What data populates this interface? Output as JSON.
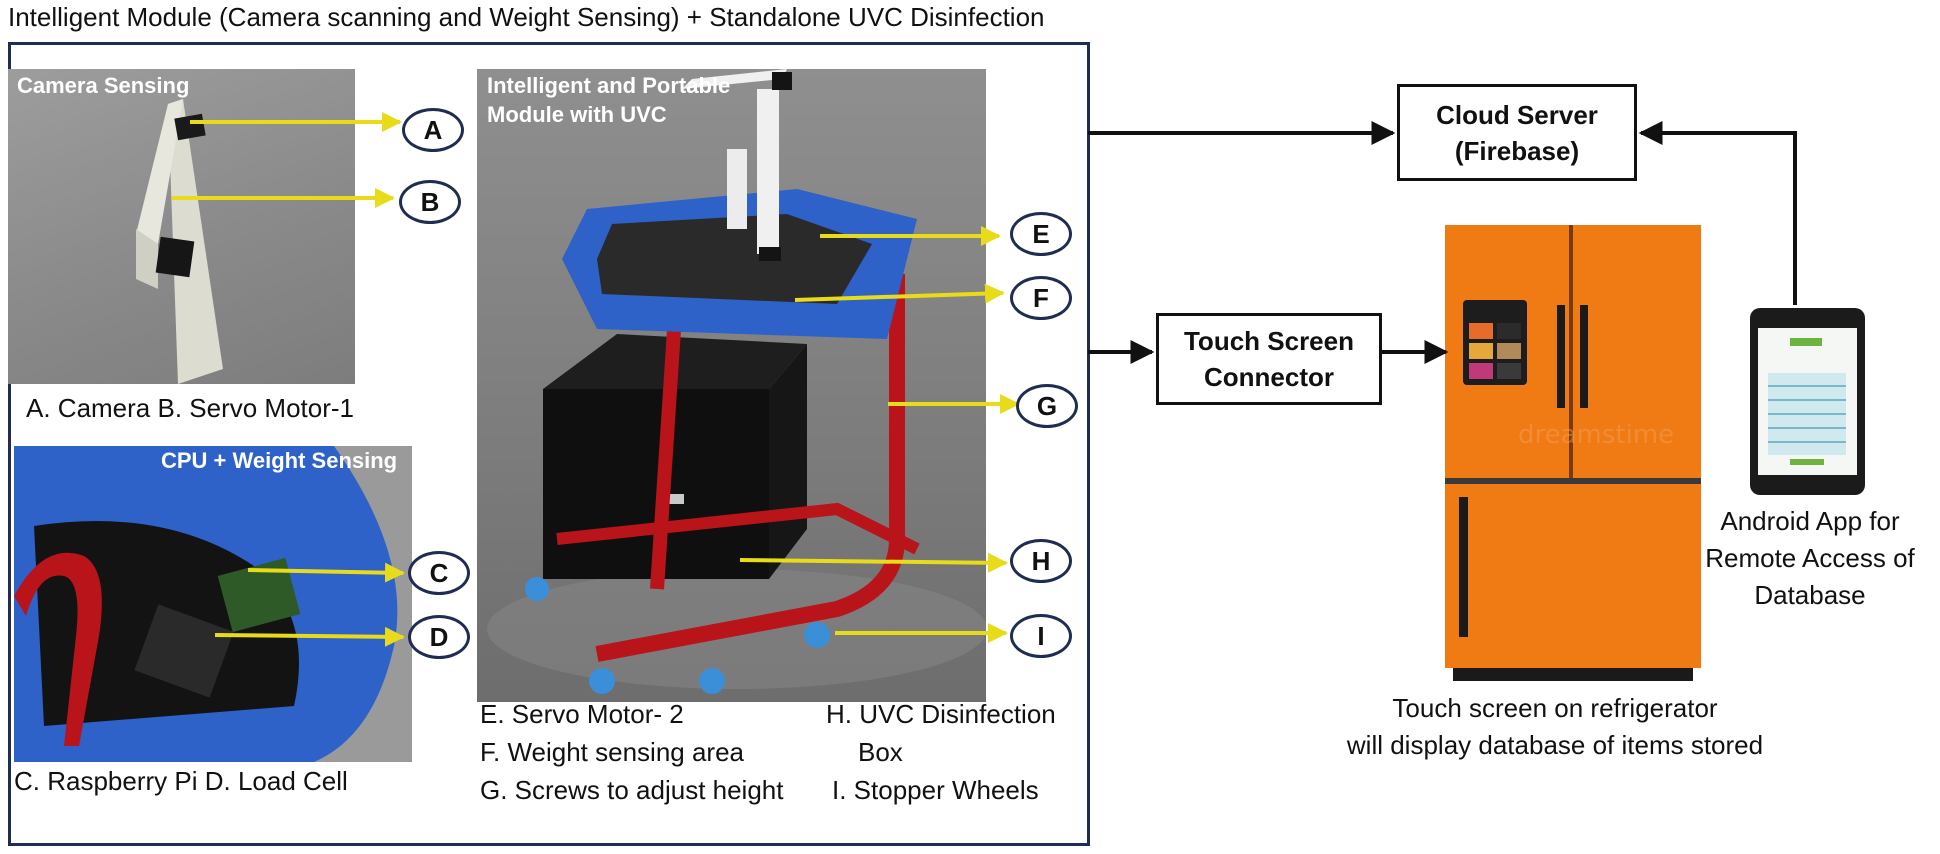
{
  "title": "Intelligent Module (Camera scanning and Weight Sensing) + Standalone UVC Disinfection",
  "panels": {
    "camera": {
      "label": "Camera Sensing",
      "caption": "A. Camera   B. Servo Motor-1"
    },
    "cpu": {
      "label": "CPU + Weight Sensing",
      "caption": "C. Raspberry Pi  D. Load Cell"
    },
    "module": {
      "label": "Intelligent and Portable\nModule with UVC",
      "captions_left": [
        "E. Servo Motor- 2",
        "F. Weight sensing area",
        "G. Screws to adjust height"
      ],
      "captions_right": [
        "H. UVC Disinfection",
        "Box",
        "I. Stopper Wheels"
      ]
    }
  },
  "markers": [
    "A",
    "B",
    "C",
    "D",
    "E",
    "F",
    "G",
    "H",
    "I"
  ],
  "boxes": {
    "cloud": "Cloud Server\n(Firebase)",
    "touch": "Touch Screen\nConnector"
  },
  "fridge_caption": "Touch screen on refrigerator\nwill display  database of items stored",
  "phone_caption": "Android App for\nRemote Access of\nDatabase",
  "watermark": "dreamstime",
  "colors": {
    "frame": "#1f2d52",
    "pointer": "#e8dc1a",
    "fridge": "#f07a14",
    "module_blue": "#2e62c9",
    "frame_red": "#b8141a"
  }
}
